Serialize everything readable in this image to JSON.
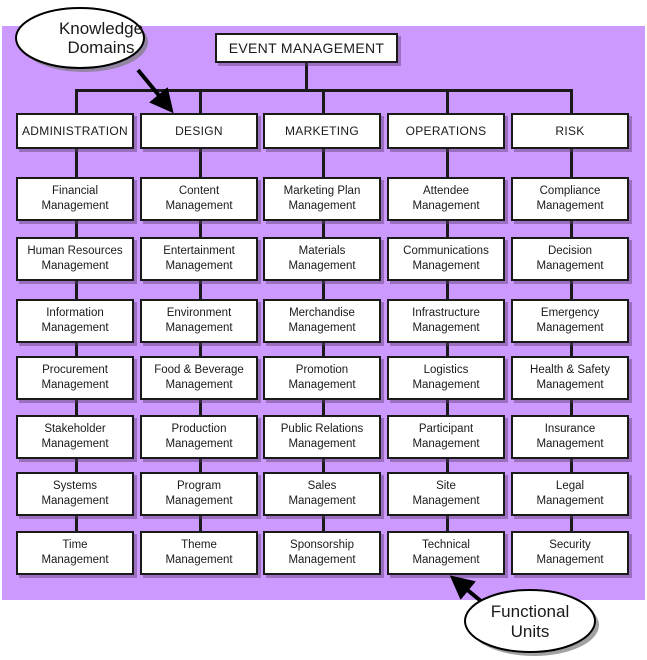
{
  "title": "EVENT MANAGEMENT",
  "colors": {
    "background": "#CC99FF",
    "box": "#FFFFFF",
    "line": "#1A1A1A"
  },
  "callouts": {
    "knowledge_domains": {
      "line1": "Knowledge",
      "line2": "Domains"
    },
    "functional_units": {
      "line1": "Functional",
      "line2": "Units"
    }
  },
  "domains": [
    {
      "name": "ADMINISTRATION",
      "units": [
        [
          "Financial",
          "Management"
        ],
        [
          "Human Resources",
          "Management"
        ],
        [
          "Information",
          "Management"
        ],
        [
          "Procurement",
          "Management"
        ],
        [
          "Stakeholder",
          "Management"
        ],
        [
          "Systems",
          "Management"
        ],
        [
          "Time",
          "Management"
        ]
      ]
    },
    {
      "name": "DESIGN",
      "units": [
        [
          "Content",
          "Management"
        ],
        [
          "Entertainment",
          "Management"
        ],
        [
          "Environment",
          "Management"
        ],
        [
          "Food & Beverage",
          "Management"
        ],
        [
          "Production",
          "Management"
        ],
        [
          "Program",
          "Management"
        ],
        [
          "Theme",
          "Management"
        ]
      ]
    },
    {
      "name": "MARKETING",
      "units": [
        [
          "Marketing Plan",
          "Management"
        ],
        [
          "Materials",
          "Management"
        ],
        [
          "Merchandise",
          "Management"
        ],
        [
          "Promotion",
          "Management"
        ],
        [
          "Public Relations",
          "Management"
        ],
        [
          "Sales",
          "Management"
        ],
        [
          "Sponsorship",
          "Management"
        ]
      ]
    },
    {
      "name": "OPERATIONS",
      "units": [
        [
          "Attendee",
          "Management"
        ],
        [
          "Communications",
          "Management"
        ],
        [
          "Infrastructure",
          "Management"
        ],
        [
          "Logistics",
          "Management"
        ],
        [
          "Participant",
          "Management"
        ],
        [
          "Site",
          "Management"
        ],
        [
          "Technical",
          "Management"
        ]
      ]
    },
    {
      "name": "RISK",
      "units": [
        [
          "Compliance",
          "Management"
        ],
        [
          "Decision",
          "Management"
        ],
        [
          "Emergency",
          "Management"
        ],
        [
          "Health & Safety",
          "Management"
        ],
        [
          "Insurance",
          "Management"
        ],
        [
          "Legal",
          "Management"
        ],
        [
          "Security",
          "Management"
        ]
      ]
    }
  ]
}
